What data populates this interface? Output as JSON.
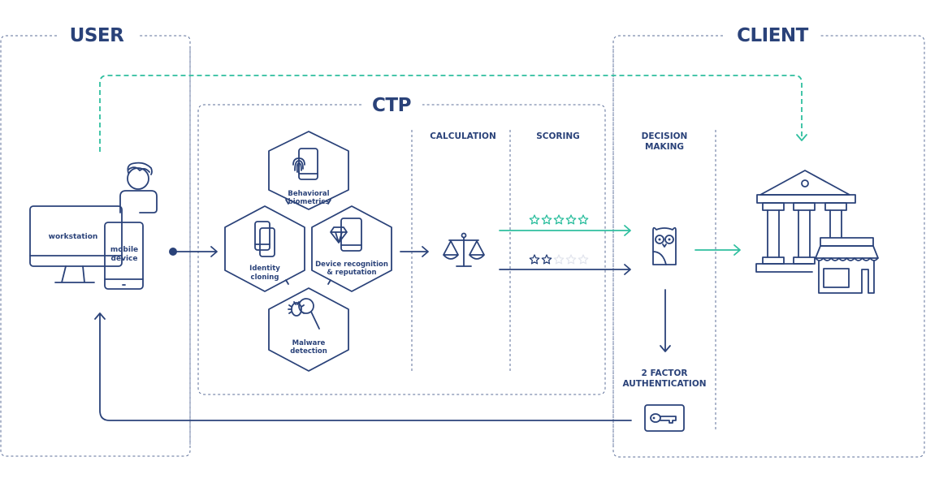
{
  "sections": {
    "user": "USER",
    "client": "CLIENT",
    "ctp": "CTP"
  },
  "user_devices": {
    "workstation": "workstation",
    "mobile_line1": "mobile",
    "mobile_line2": "device"
  },
  "modules": [
    {
      "id": "behavioral-biometrics",
      "line1": "Behavioral",
      "line2": "biometrics",
      "icon": "fingerprint-phone-icon"
    },
    {
      "id": "identity-cloning",
      "line1": "Identity",
      "line2": "cloning",
      "icon": "cloned-phones-icon"
    },
    {
      "id": "device-recognition",
      "line1": "Device recognition",
      "line2": "& reputation",
      "icon": "diamond-phone-icon"
    },
    {
      "id": "malware-detection",
      "line1": "Malware",
      "line2": "detection",
      "icon": "bug-magnifier-icon"
    }
  ],
  "columns": {
    "calculation": "CALCULATION",
    "scoring": "SCORING",
    "decision_line1": "DECISION",
    "decision_line2": "MAKING"
  },
  "scores": {
    "high": {
      "filled": 5,
      "total": 5,
      "color": "#2fbf9f"
    },
    "low": {
      "filled": 2,
      "total": 5,
      "color": "#2a4279"
    }
  },
  "two_factor": {
    "line1": "2 FACTOR",
    "line2": "AUTHENTICATION"
  },
  "colors": {
    "navy": "#2a4279",
    "teal": "#2fbf9f",
    "dash_gray": "#a9b4cc"
  }
}
